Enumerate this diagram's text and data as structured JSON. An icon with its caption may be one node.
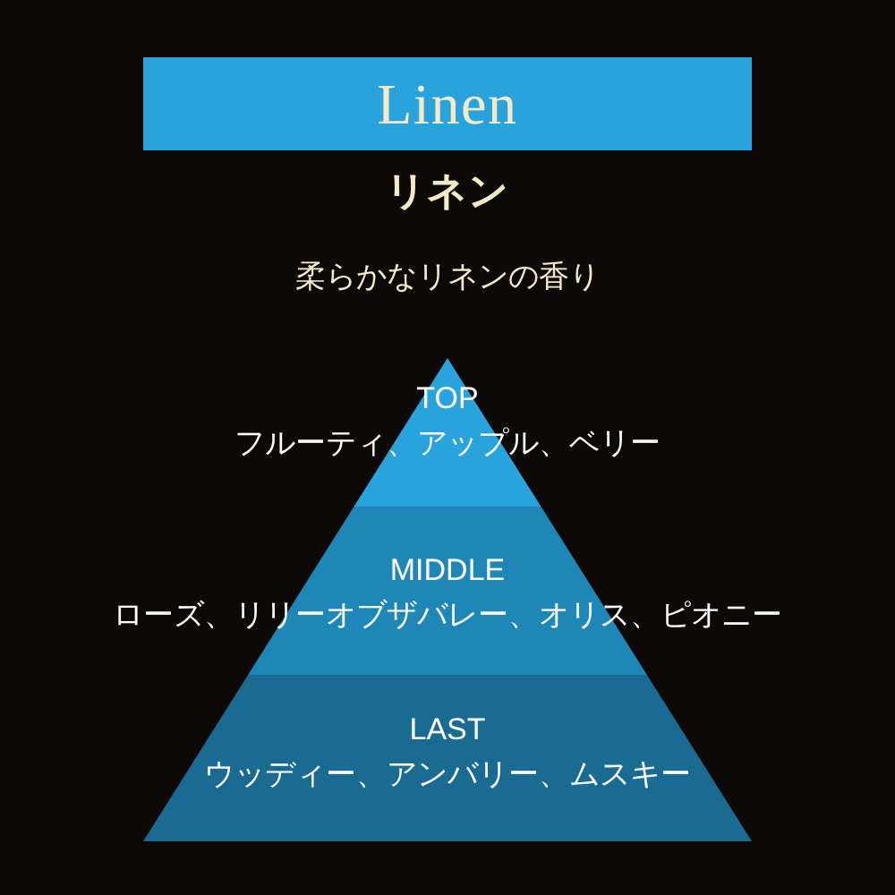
{
  "diagram": {
    "title": "Linen",
    "nodes": [
      {
        "text": [
          "TOP",
          "フルーティ、アップル、ベリー"
        ]
      },
      {
        "text": [
          "MIDDLE",
          "ローズ、リリーオブザバレー、オリス、ピオニー"
        ]
      },
      {
        "text": [
          "LAST",
          "ウッディー、アンバリー、ムスキー"
        ]
      }
    ],
    "labels": [
      "リネン",
      "柔らかなリネンの香り"
    ]
  }
}
